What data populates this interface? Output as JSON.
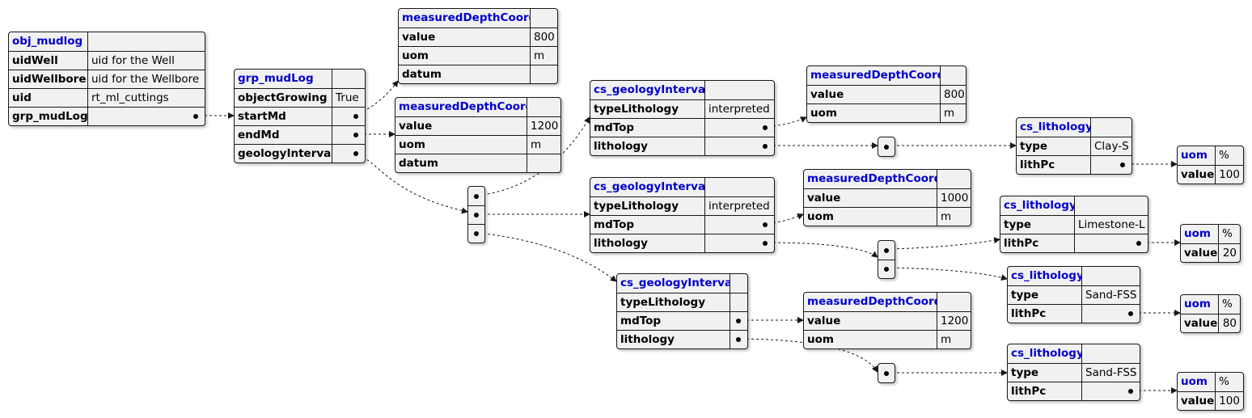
{
  "nodes": {
    "obj": {
      "title": "obj_mudlog",
      "rows": [
        [
          "uidWell",
          "uid for the Well"
        ],
        [
          "uidWellbore",
          "uid for the Wellbore"
        ],
        [
          "uid",
          "rt_ml_cuttings"
        ],
        [
          "grp_mudLog",
          "•"
        ]
      ]
    },
    "grp": {
      "title": "grp_mudLog",
      "rows": [
        [
          "objectGrowing",
          "True"
        ],
        [
          "startMd",
          "•"
        ],
        [
          "endMd",
          "•"
        ],
        [
          "geologyInterval",
          "•"
        ]
      ]
    },
    "md1": {
      "title": "measuredDepthCoord",
      "rows": [
        [
          "value",
          "800"
        ],
        [
          "uom",
          "m"
        ],
        [
          "datum",
          ""
        ]
      ]
    },
    "md2": {
      "title": "measuredDepthCoord",
      "rows": [
        [
          "value",
          "1200"
        ],
        [
          "uom",
          "m"
        ],
        [
          "datum",
          ""
        ]
      ]
    },
    "gi1": {
      "title": "cs_geologyInterval",
      "rows": [
        [
          "typeLithology",
          "interpreted"
        ],
        [
          "mdTop",
          "•"
        ],
        [
          "lithology",
          "•"
        ]
      ]
    },
    "gi2": {
      "title": "cs_geologyInterval",
      "rows": [
        [
          "typeLithology",
          "interpreted"
        ],
        [
          "mdTop",
          "•"
        ],
        [
          "lithology",
          "•"
        ]
      ]
    },
    "gi3": {
      "title": "cs_geologyInterval",
      "rows": [
        [
          "typeLithology",
          ""
        ],
        [
          "mdTop",
          "•"
        ],
        [
          "lithology",
          "•"
        ]
      ]
    },
    "md3": {
      "title": "measuredDepthCoord",
      "rows": [
        [
          "value",
          "800"
        ],
        [
          "uom",
          "m"
        ]
      ]
    },
    "md4": {
      "title": "measuredDepthCoord",
      "rows": [
        [
          "value",
          "1000"
        ],
        [
          "uom",
          "m"
        ]
      ]
    },
    "md5": {
      "title": "measuredDepthCoord",
      "rows": [
        [
          "value",
          "1200"
        ],
        [
          "uom",
          "m"
        ]
      ]
    },
    "li1": {
      "title": "cs_lithology",
      "rows": [
        [
          "type",
          "Clay-S"
        ],
        [
          "lithPc",
          "•"
        ]
      ]
    },
    "li2": {
      "title": "cs_lithology",
      "rows": [
        [
          "type",
          "Limestone-L"
        ],
        [
          "lithPc",
          "•"
        ]
      ]
    },
    "li3": {
      "title": "cs_lithology",
      "rows": [
        [
          "type",
          "Sand-FSS"
        ],
        [
          "lithPc",
          "•"
        ]
      ]
    },
    "li4": {
      "title": "cs_lithology",
      "rows": [
        [
          "type",
          "Sand-FSS"
        ],
        [
          "lithPc",
          "•"
        ]
      ]
    },
    "pc1": {
      "title": "uom",
      "titleVal": "%",
      "rows": [
        [
          "value",
          "100"
        ]
      ]
    },
    "pc2": {
      "title": "uom",
      "titleVal": "%",
      "rows": [
        [
          "value",
          "20"
        ]
      ]
    },
    "pc3": {
      "title": "uom",
      "titleVal": "%",
      "rows": [
        [
          "value",
          "80"
        ]
      ]
    },
    "pc4": {
      "title": "uom",
      "titleVal": "%",
      "rows": [
        [
          "value",
          "100"
        ]
      ]
    }
  },
  "colors": {
    "title": "#0000cc",
    "border": "#181818",
    "fill": "#f1f1f1"
  }
}
